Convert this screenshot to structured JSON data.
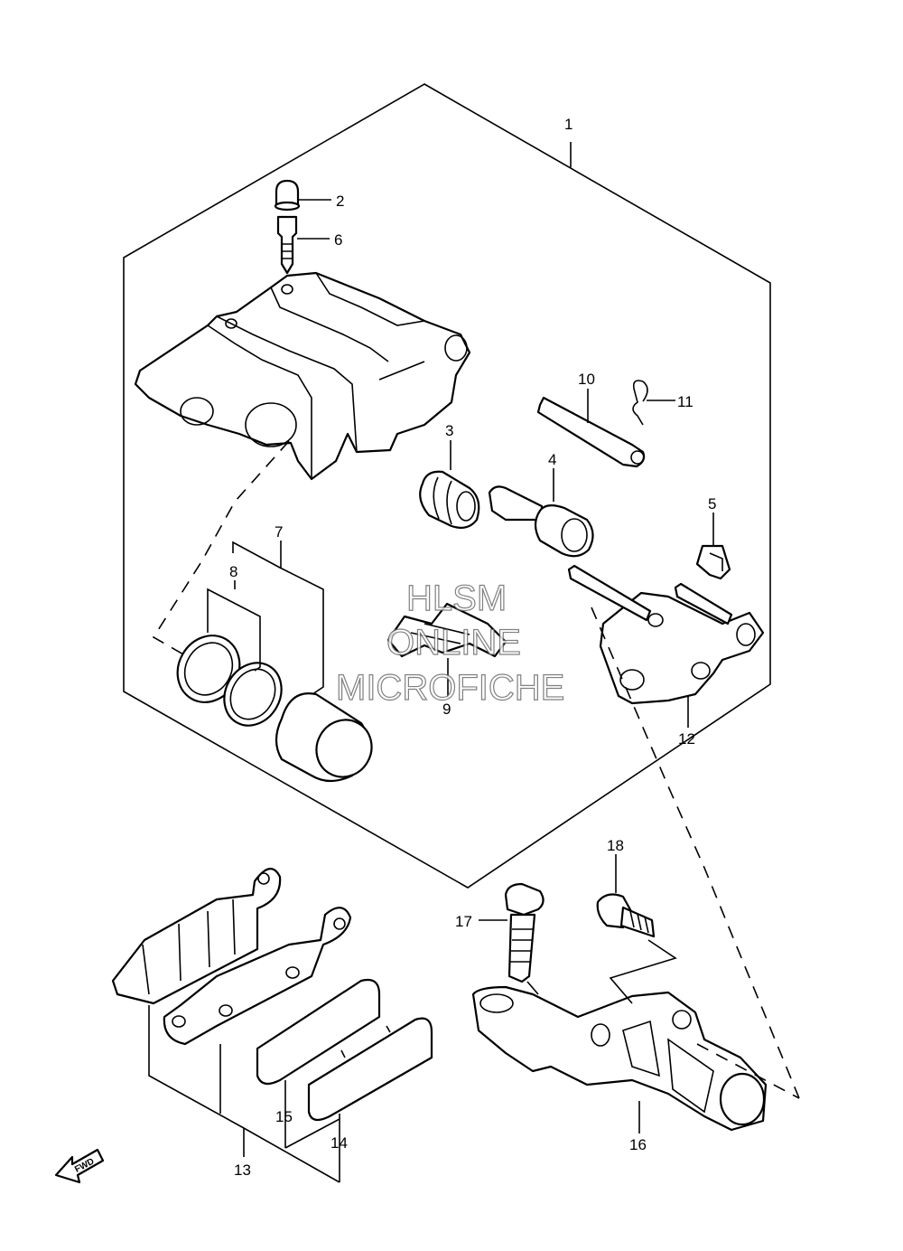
{
  "callouts": {
    "c1": "1",
    "c2": "2",
    "c3": "3",
    "c4": "4",
    "c5": "5",
    "c6": "6",
    "c7": "7",
    "c8": "8",
    "c9": "9",
    "c10": "10",
    "c11": "11",
    "c12": "12",
    "c13": "13",
    "c14": "14",
    "c15": "15",
    "c16": "16",
    "c17": "17",
    "c18": "18"
  },
  "watermark": {
    "line1": "HLSM",
    "line2": "ONLINE",
    "line3": "MICROFICHE"
  },
  "direction_marker": "FWD"
}
